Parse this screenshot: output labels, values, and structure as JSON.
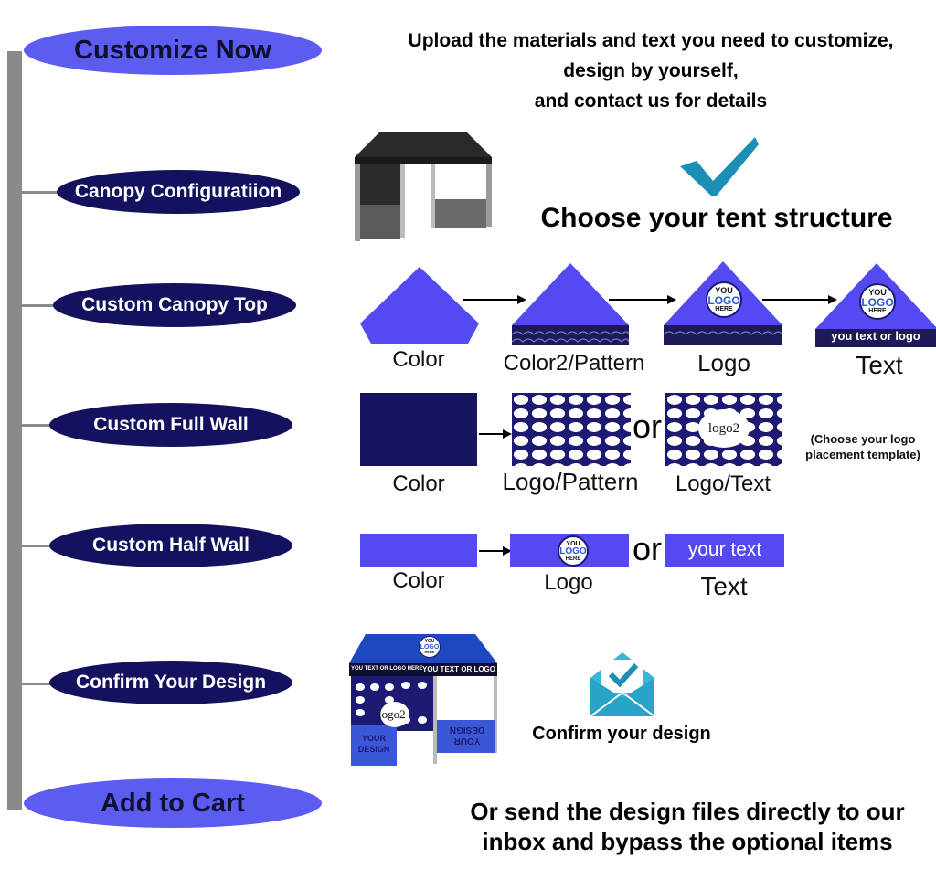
{
  "flow": {
    "start_label": "Customize Now",
    "steps": [
      {
        "label": "Canopy Configuratiion"
      },
      {
        "label": "Custom Canopy Top"
      },
      {
        "label": "Custom Full Wall"
      },
      {
        "label": "Custom Half Wall"
      },
      {
        "label": "Confirm Your Design"
      }
    ],
    "end_label": "Add to Cart"
  },
  "header": {
    "line1": "Upload the materials and text you need to customize,",
    "line2": "design by yourself,",
    "line3": "and contact us for details"
  },
  "structure": {
    "title": "Choose your tent structure",
    "icon": "checkmark-icon"
  },
  "canopy_top": {
    "options": [
      {
        "label": "Color"
      },
      {
        "label": "Color2/Pattern"
      },
      {
        "label": "Logo"
      },
      {
        "label": "Text"
      }
    ],
    "logo_badge": {
      "you": "YOU",
      "logo": "LOGO",
      "here": "HERE"
    },
    "text_band": "you text or logo"
  },
  "full_wall": {
    "color_label": "Color",
    "pattern_label": "Logo/Pattern",
    "or": "or",
    "text_label": "Logo/Text",
    "center_logo": "logo2",
    "note_line1": "(Choose your logo",
    "note_line2": "placement template)"
  },
  "half_wall": {
    "color_label": "Color",
    "logo_label": "Logo",
    "or": "or",
    "text_label": "Text",
    "text_value": "your text",
    "logo_badge": {
      "you": "YOU",
      "logo": "LOGO",
      "here": "HERE"
    }
  },
  "confirm": {
    "label": "Confirm your design",
    "tent_band": "YOU TEXT OR LOGO HERE",
    "tent_band2": "YOU TEXT OR LOGO HERE",
    "tent_logo": "logo2",
    "tent_side": "YOUR DESIGN",
    "tent_side2": "YOUR DESIGN",
    "tent_badge": {
      "you": "YOU",
      "logo": "LOGO",
      "here": "HERE"
    },
    "icon": "envelope-check-icon"
  },
  "footer": {
    "line1": "Or send the design files directly to our",
    "line2": "inbox and bypass the optional items"
  },
  "colors": {
    "royal_blue": "#5549f2",
    "navy": "#17145f",
    "accent_check": "#1b8fb5",
    "spine": "#8a8a8a"
  }
}
